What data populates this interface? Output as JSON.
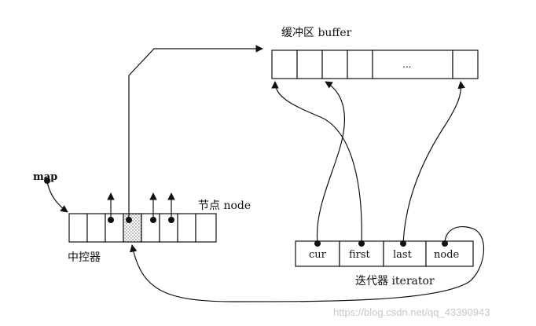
{
  "buffer": {
    "label": "缓冲区 buffer",
    "ellipsis": "..."
  },
  "map": {
    "label": "map",
    "controller_label": "中控器",
    "node_label": "节点 node"
  },
  "iterator": {
    "label": "迭代器 iterator",
    "fields": [
      "cur",
      "first",
      "last",
      "node"
    ]
  },
  "watermark": "https://blog.csdn.net/qq_43390943"
}
